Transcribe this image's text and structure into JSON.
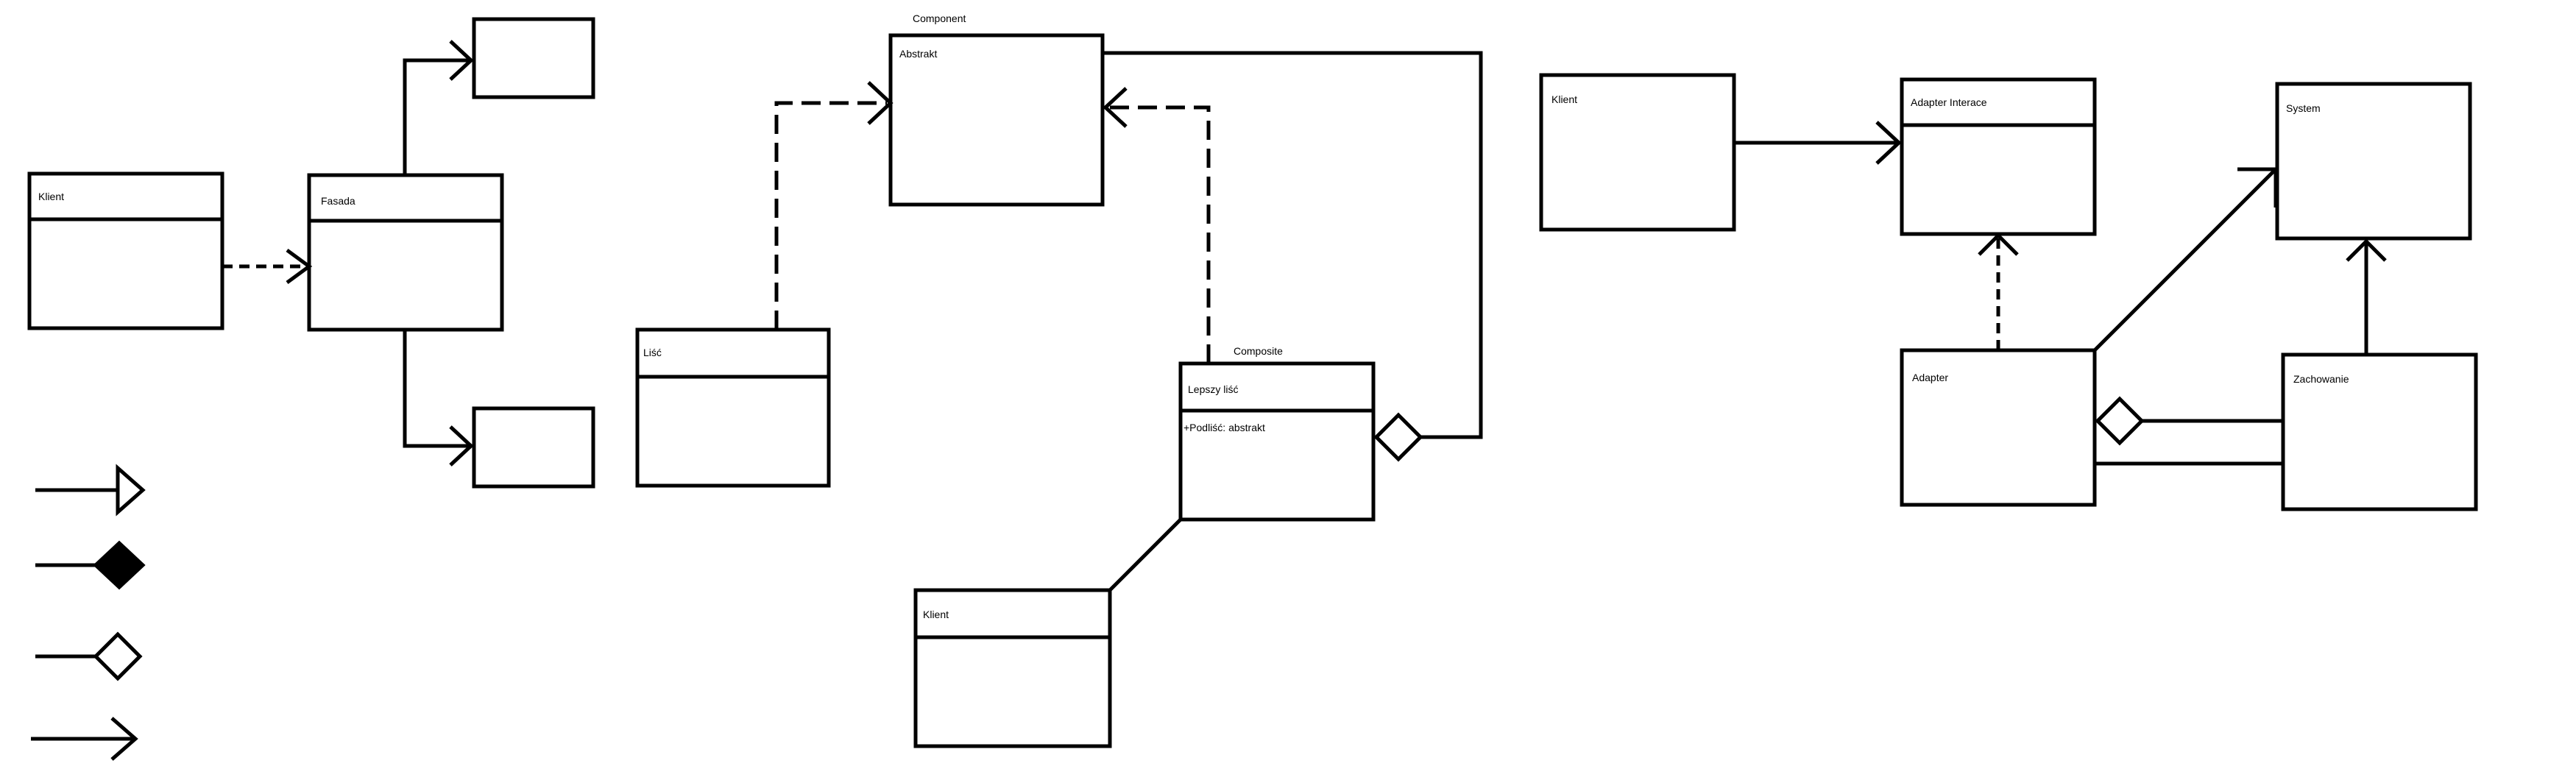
{
  "facade": {
    "client_label": "Klient",
    "facade_label": "Fasada"
  },
  "composite": {
    "component_caption": "Component",
    "abstract_label": "Abstrakt",
    "leaf_label": "Liść",
    "composite_caption": "Composite",
    "better_leaf_label": "Lepszy liść",
    "better_leaf_attribute": "+Podliść: abstrakt",
    "client_label": "Klient"
  },
  "adapter": {
    "client_label": "Klient",
    "adapter_interface_label": "Adapter Interace",
    "system_label": "System",
    "adapter_label": "Adapter",
    "behavior_label": "Zachowanie"
  },
  "legend": [
    "generalization",
    "composition",
    "aggregation",
    "association"
  ]
}
